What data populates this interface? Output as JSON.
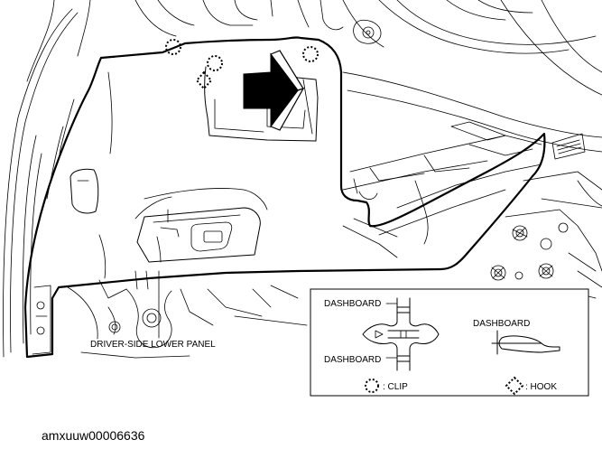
{
  "labels": {
    "panel": "DRIVER-SIDE LOWER PANEL",
    "dashboard_top": "DASHBOARD",
    "dashboard_bottom": "DASHBOARD",
    "dashboard_hook": "DASHBOARD",
    "clip": ": CLIP",
    "hook": ": HOOK"
  },
  "image_id": "amxuuw00006636"
}
